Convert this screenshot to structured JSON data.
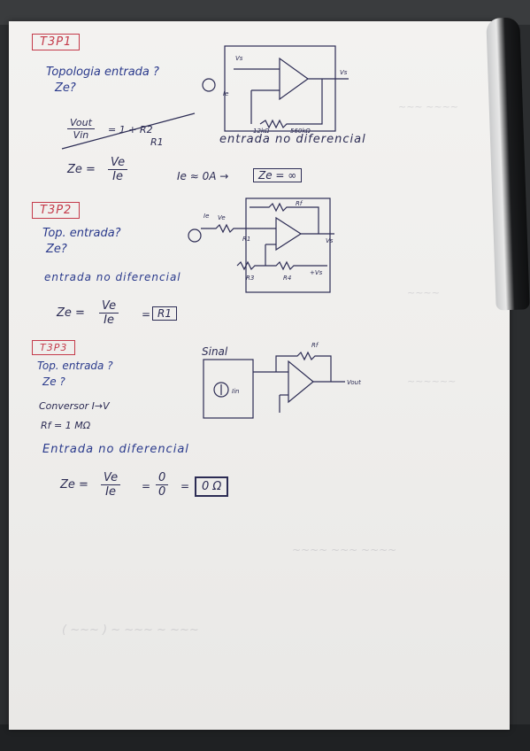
{
  "exercises": [
    {
      "tag": "T3P1",
      "question_1": "Topologia entrada ?",
      "question_2": "Ze?",
      "ratio_num": "Vout",
      "ratio_den": "Vin",
      "ratio_rhs": "= 1 + R2",
      "ratio_rhs_den": "R1",
      "observation": "entrada no diferencial",
      "ze_label": "Ze =",
      "ze_num": "Ve",
      "ze_den": "Ie",
      "current_note": "Ie ≈ 0A →",
      "answer": "Ze = ∞",
      "circuit_labels": [
        "Vs",
        "Ie",
        "Vs",
        "12kΩ",
        "560kΩ"
      ]
    },
    {
      "tag": "T3P2",
      "question_1": "Top. entrada?",
      "question_2": "Ze?",
      "observation": "entrada no diferencial",
      "ze_label": "Ze =",
      "ze_num": "Ve",
      "ze_den": "Ie",
      "answer": "R1",
      "circuit_labels": [
        "Ie",
        "Ve",
        "Rf",
        "R1",
        "Vs",
        "R3",
        "R4",
        "+Vs"
      ]
    },
    {
      "tag": "T3P3",
      "question_1": "Top. entrada ?",
      "question_2": "Ze ?",
      "note_1": "Conversor I→V",
      "note_2": "Rf = 1 MΩ",
      "observation": "Entrada no diferencial",
      "ze_label": "Ze =",
      "ze_num": "Ve",
      "ze_den": "Ie",
      "ze_mid_num": "0",
      "ze_mid_den": "0",
      "answer": "0 Ω",
      "source_label": "Sinal",
      "circuit_labels": [
        "Rf",
        "Vout",
        "Iin"
      ]
    }
  ]
}
